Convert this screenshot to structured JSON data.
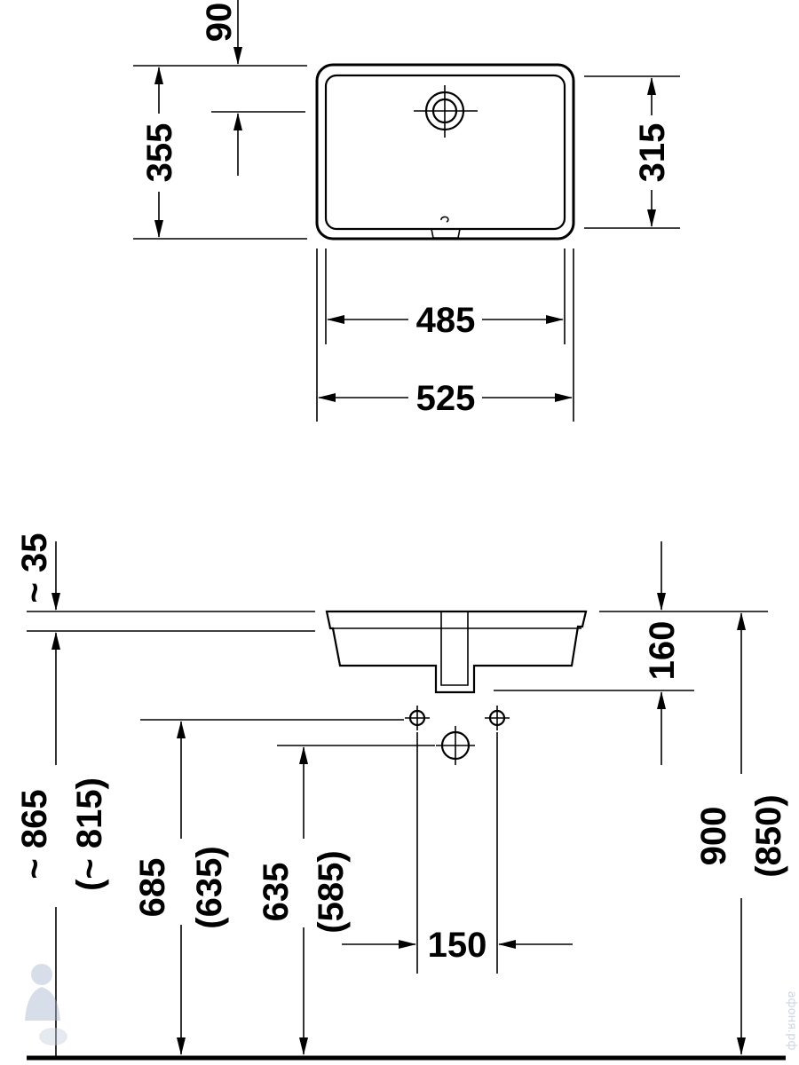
{
  "top_view": {
    "dim_90": "90",
    "dim_355": "355",
    "dim_315": "315",
    "dim_485": "485",
    "dim_525": "525"
  },
  "side_view": {
    "dim_35": "~ 35",
    "dim_160": "160",
    "dim_865": "~ 865",
    "dim_815": "(~ 815)",
    "dim_685": "685",
    "dim_635a": "(635)",
    "dim_635b": "635",
    "dim_585": "(585)",
    "dim_150": "150",
    "dim_900": "900",
    "dim_850": "(850)"
  },
  "watermark": {
    "site": "афоня.рф"
  }
}
